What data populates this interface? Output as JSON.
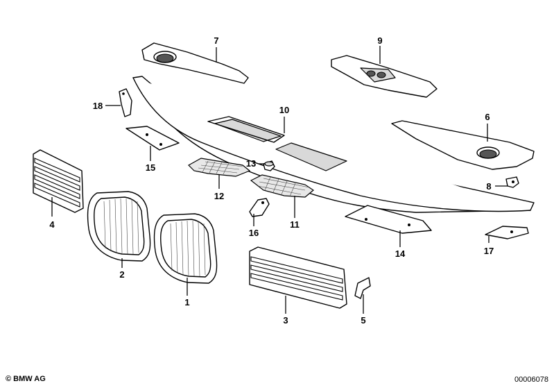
{
  "callouts": [
    "1",
    "2",
    "3",
    "4",
    "5",
    "6",
    "7",
    "8",
    "9",
    "10",
    "11",
    "12",
    "13",
    "14",
    "15",
    "16",
    "17",
    "18"
  ],
  "footer": {
    "copyright": "© BMW AG",
    "doc_number": "00006078"
  }
}
